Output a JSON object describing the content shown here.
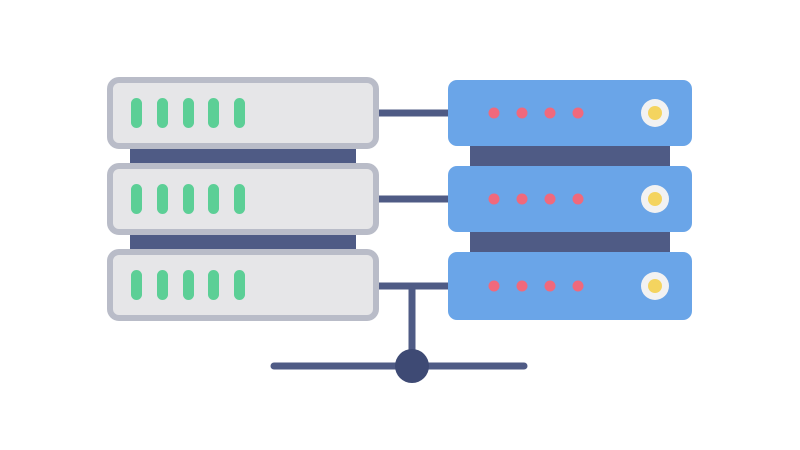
{
  "illustration": {
    "subject": "server-network-icon",
    "left_rack": {
      "units": 3,
      "leds_per_unit": 5,
      "led_color": "#5ccf96",
      "body_color": "#e6e6e8",
      "border_color": "#b9bcc8"
    },
    "right_rack": {
      "units": 3,
      "leds_per_unit": 4,
      "led_color": "#f0697c",
      "body_color": "#6aa5e8",
      "button_color": "#f4d45f",
      "button_ring_color": "#f2f2f2"
    },
    "connector_color": "#4f5b85"
  }
}
